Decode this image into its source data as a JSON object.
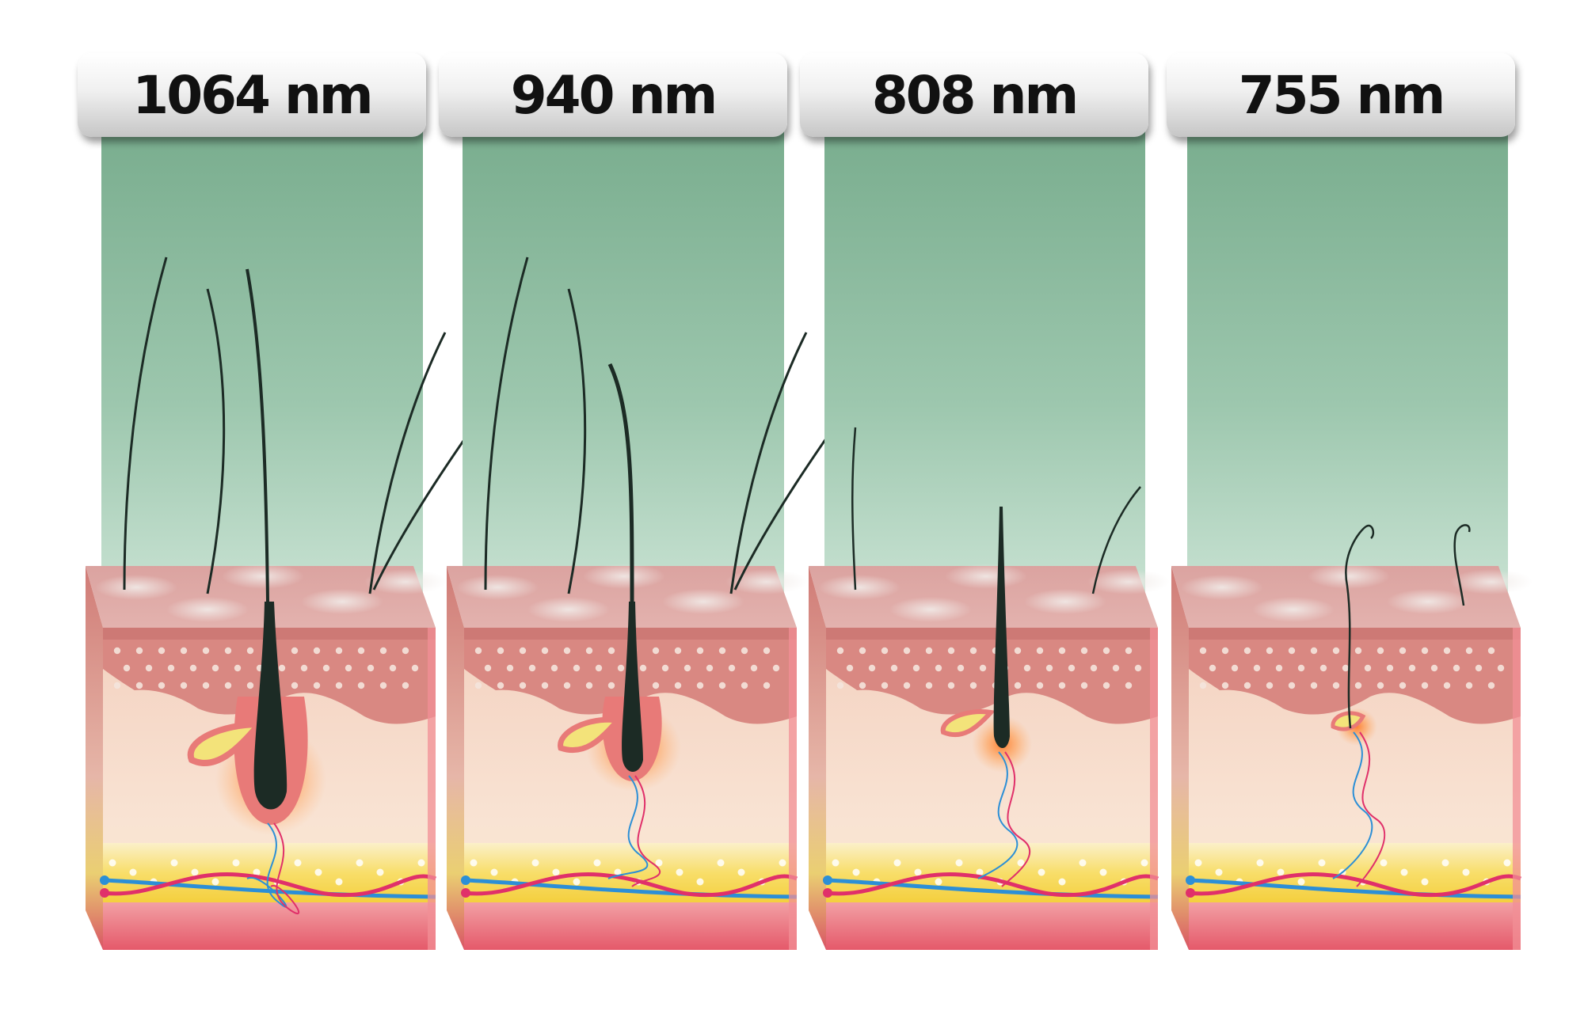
{
  "panels": [
    {
      "wavelength_label": "1064 nm",
      "penetration": "deep"
    },
    {
      "wavelength_label": "940 nm",
      "penetration": "medium-deep"
    },
    {
      "wavelength_label": "808 nm",
      "penetration": "medium"
    },
    {
      "wavelength_label": "755 nm",
      "penetration": "shallow"
    }
  ],
  "colors": {
    "beam_top": "#7aae90",
    "beam_bottom": "#cfe6d8",
    "epidermis": "#d98882",
    "dermis_top": "#f6dcc9",
    "fat_yellow": "#f7dc5c",
    "base_red": "#e86c76",
    "hair": "#1c2b25",
    "artery": "#e0306a",
    "vein": "#2c8fd6"
  },
  "icons": [
    "hair-follicle-icon",
    "sebaceous-gland-icon",
    "blood-vessel-icon"
  ]
}
